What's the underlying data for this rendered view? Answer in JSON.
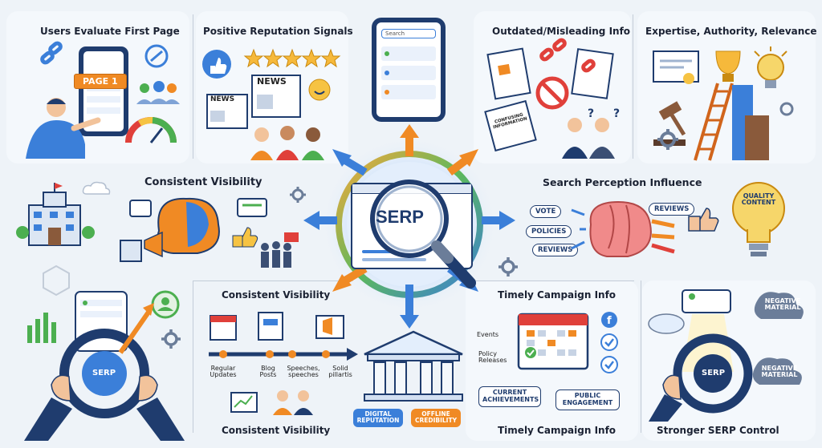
{
  "center": {
    "label": "SERP",
    "search_placeholder": "Search"
  },
  "sections": {
    "users_evaluate": {
      "title": "Users Evaluate First Page",
      "page_tag": "PAGE 1"
    },
    "positive_signals": {
      "title": "Positive Reputation Signals",
      "news1": "NEWS",
      "news2": "NEWS"
    },
    "outdated": {
      "title": "Outdated/Misleading Info",
      "doc_text": "CONFUSING INFORMATION"
    },
    "expertise": {
      "title": "Expertise, Authority, Relevance"
    },
    "consistent_top": {
      "title": "Consistent Visibility"
    },
    "perception": {
      "title": "Search Perception Influence",
      "tags": [
        "VOTE",
        "POLICIES",
        "REVIEWS"
      ],
      "reviews_right": "REVIEWS",
      "bulb": "QUALITY CONTENT"
    },
    "consistent_mid": {
      "title": "Consistent Visibility",
      "timeline": [
        "Regular Updates",
        "Blog Posts",
        "Speeches, speeches",
        "Solid pillartis"
      ]
    },
    "consistent_bottom": {
      "title": "Consistent Visibility"
    },
    "drive_left": {
      "wheel": "SERP"
    },
    "building": {
      "left_tag": "DIGITAL REPUTATION",
      "right_tag": "OFFLINE CREDIBILITY"
    },
    "timely_top": {
      "title": "Timely Campaign Info",
      "events": "Events",
      "policy": "Policy Releases",
      "achievements": "CURRENT ACHIEVEMENTS",
      "engagement": "PUBLIC ENGAGEMENT"
    },
    "timely_bottom": {
      "title": "Timely Campaign Info"
    },
    "stronger": {
      "title": "Stronger SERP Control",
      "wheel": "SERP",
      "neg1": "NEGATIVE MATERIAL",
      "neg2": "NEGATIVE MATERIAL"
    }
  },
  "colors": {
    "navy": "#1f3c6e",
    "blue": "#3b7fd9",
    "orange": "#f08a24",
    "green": "#4caf50",
    "red": "#e0403a"
  }
}
